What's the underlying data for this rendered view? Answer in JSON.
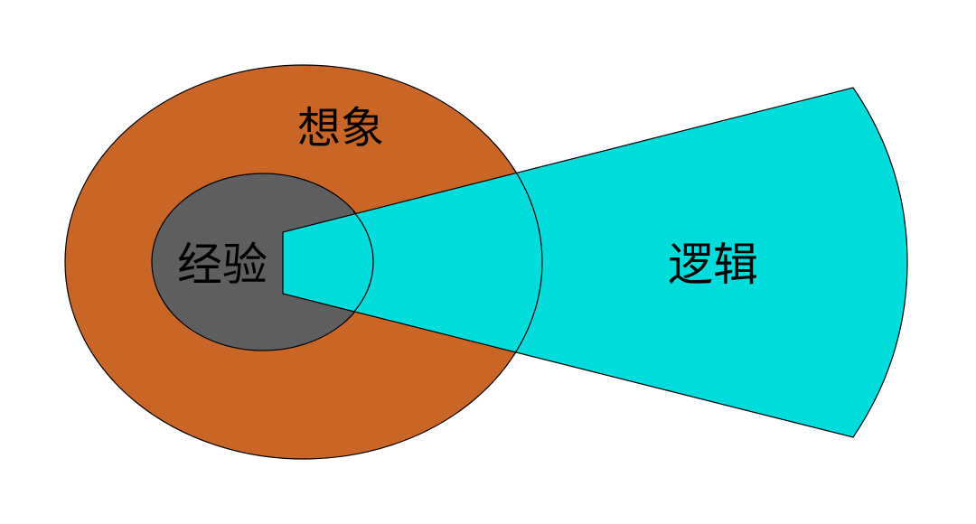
{
  "labels": {
    "imagination": "想象",
    "experience": "经验",
    "logic": "逻辑"
  },
  "colors": {
    "imagination_fill": "#c96627",
    "experience_fill": "#5e5e60",
    "logic_fill": "#00dcdc",
    "outline": "#000000",
    "background": "#ffffff"
  }
}
